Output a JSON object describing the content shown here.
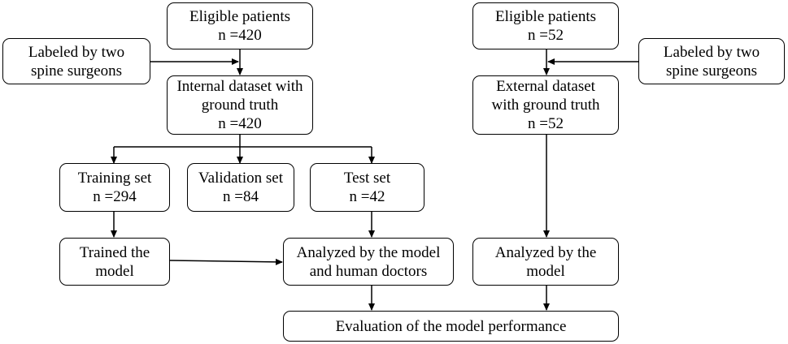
{
  "boxes": {
    "eligible_internal": {
      "line1": "Eligible patients",
      "line2": "n =420"
    },
    "labeled_internal": {
      "line1": "Labeled by two",
      "line2": "spine surgeons"
    },
    "internal_dataset": {
      "line1": "Internal dataset with",
      "line2": "ground truth",
      "line3": "n =420"
    },
    "training_set": {
      "line1": "Training set",
      "line2": "n =294"
    },
    "validation_set": {
      "line1": "Validation set",
      "line2": "n =84"
    },
    "test_set": {
      "line1": "Test set",
      "line2": "n =42"
    },
    "trained_model": {
      "line1": "Trained the",
      "line2": "model"
    },
    "analyzed_model_doctors": {
      "line1": "Analyzed by the model",
      "line2": "and human doctors"
    },
    "eligible_external": {
      "line1": "Eligible patients",
      "line2": "n =52"
    },
    "labeled_external": {
      "line1": "Labeled by two",
      "line2": "spine surgeons"
    },
    "external_dataset": {
      "line1": "External dataset",
      "line2": "with ground truth",
      "line3": "n =52"
    },
    "analyzed_model": {
      "line1": "Analyzed by the",
      "line2": "model"
    },
    "evaluation": {
      "line1": "Evaluation of the model performance"
    }
  }
}
